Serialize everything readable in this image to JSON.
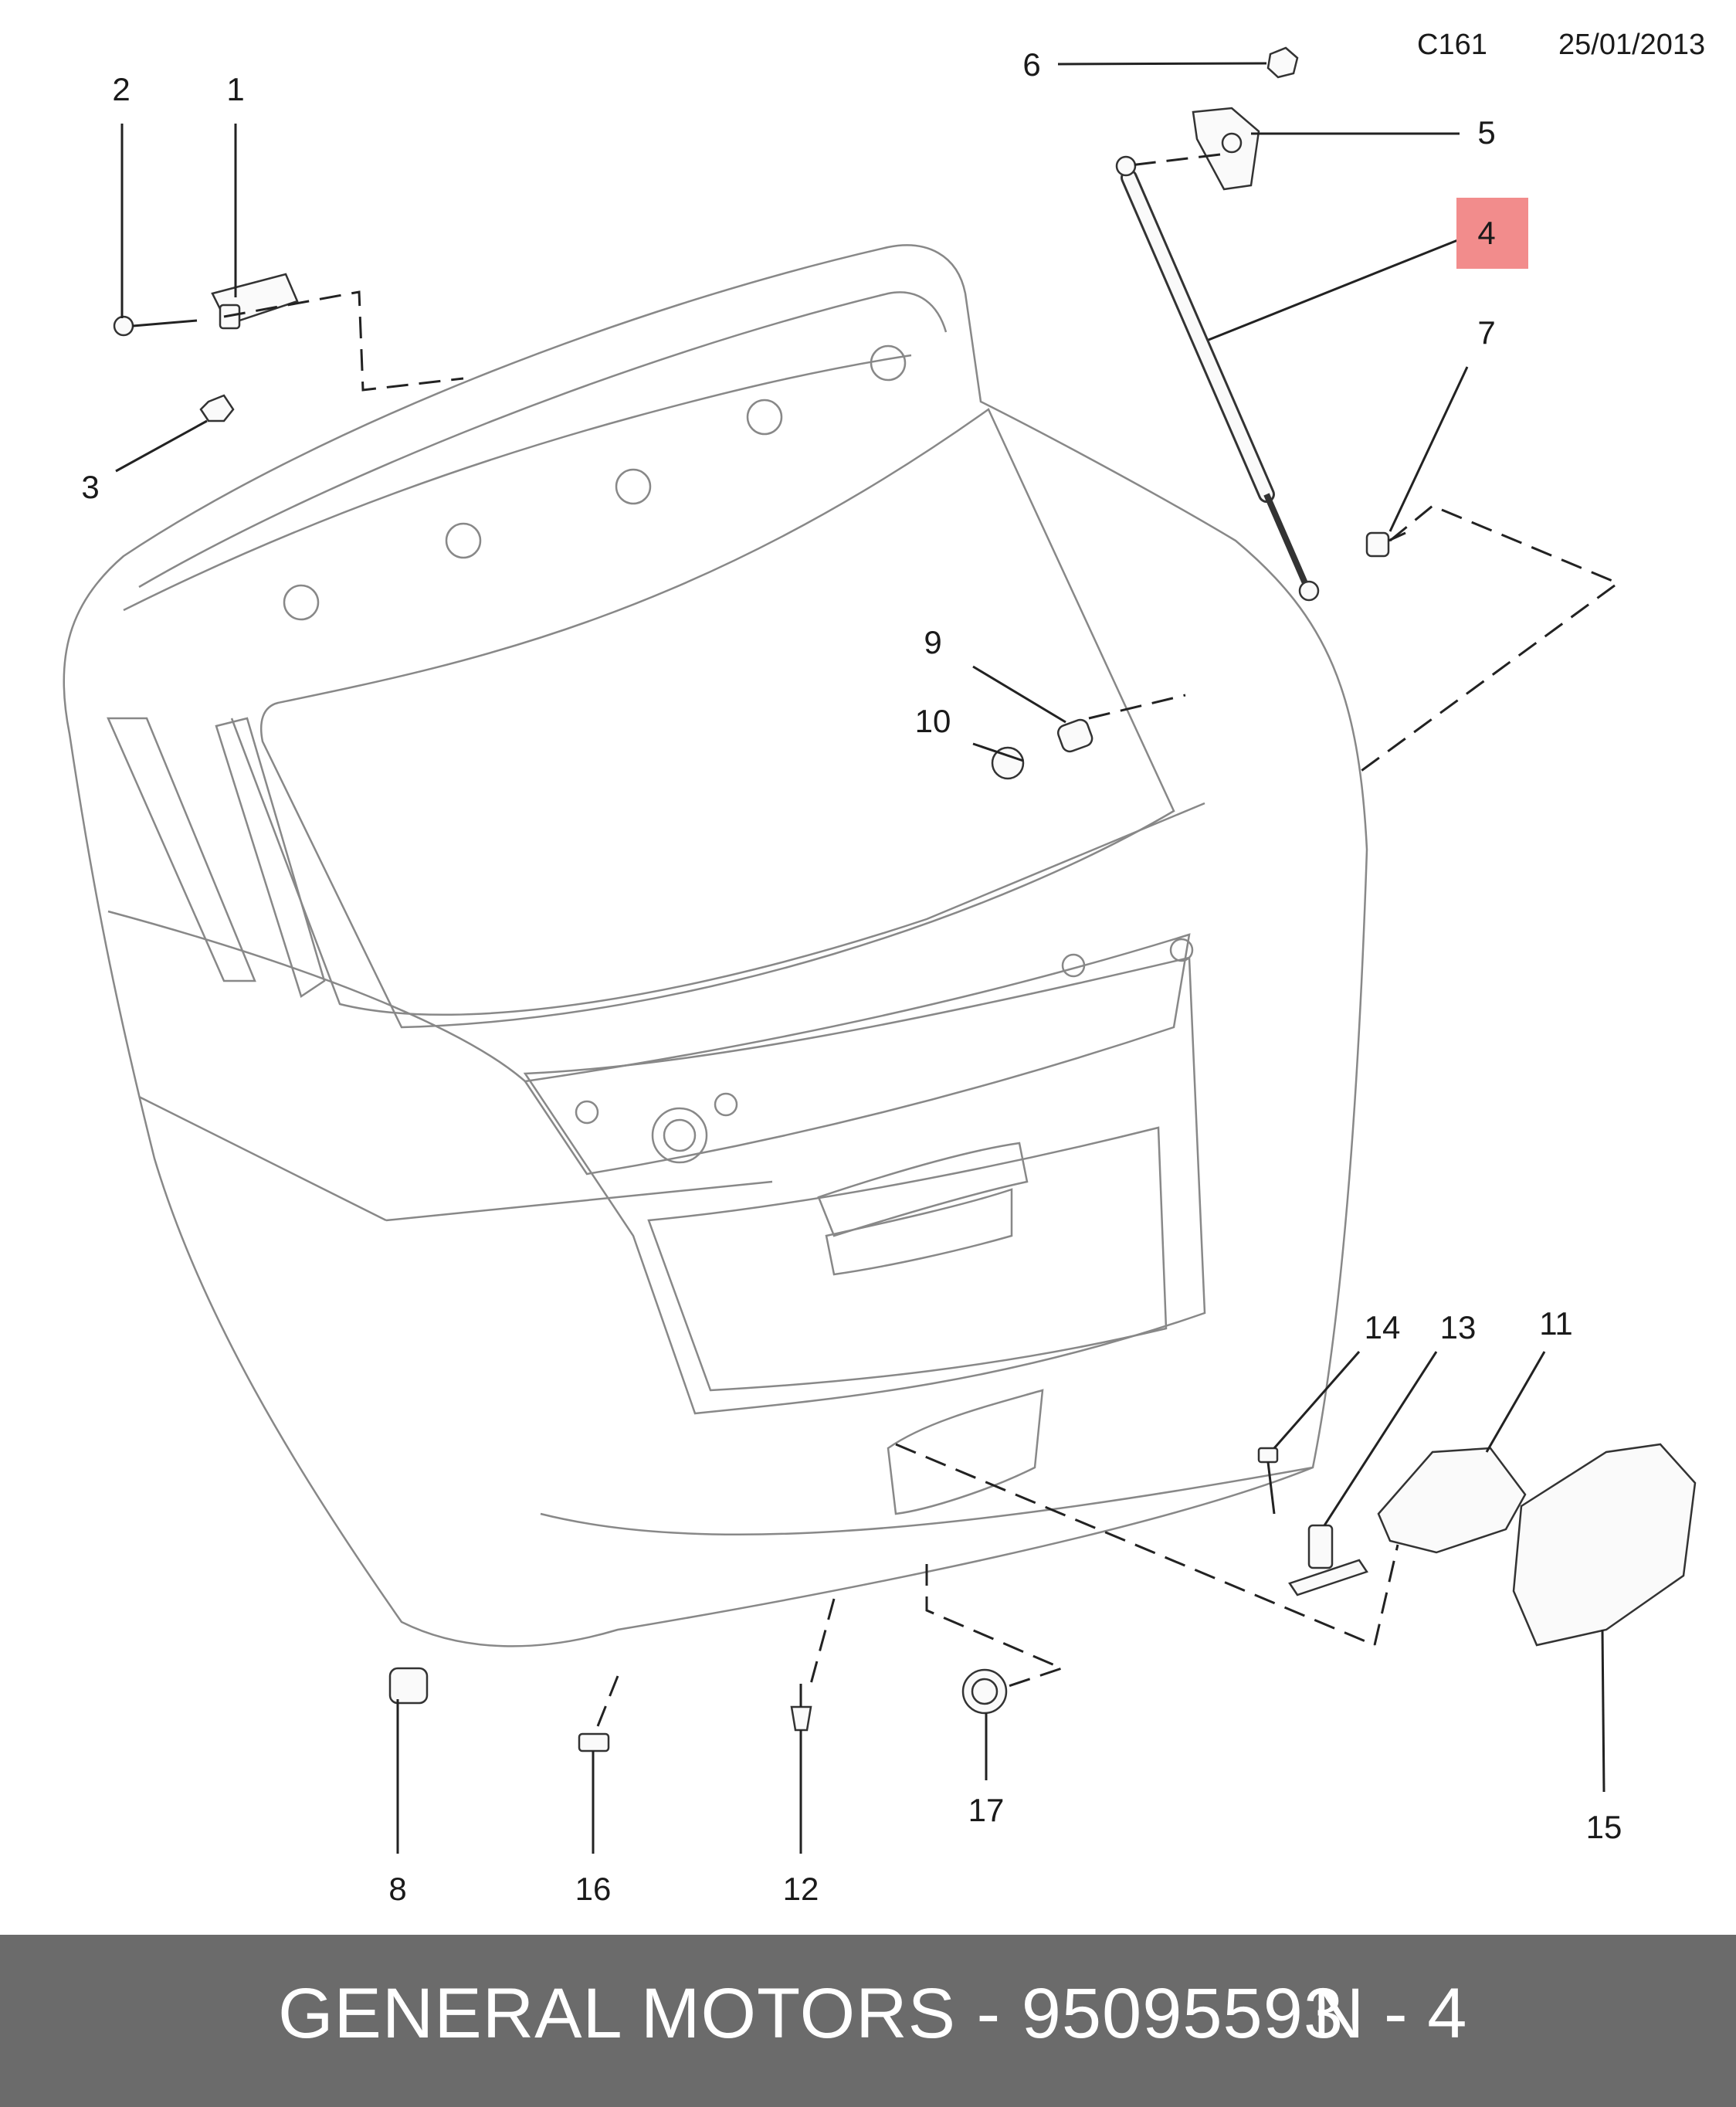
{
  "header": {
    "code": "C161",
    "date": "25/01/2013"
  },
  "callouts": [
    {
      "id": "1",
      "text": "1"
    },
    {
      "id": "2",
      "text": "2"
    },
    {
      "id": "3",
      "text": "3"
    },
    {
      "id": "4",
      "text": "4",
      "highlighted": true
    },
    {
      "id": "5",
      "text": "5"
    },
    {
      "id": "6",
      "text": "6"
    },
    {
      "id": "7",
      "text": "7"
    },
    {
      "id": "8",
      "text": "8"
    },
    {
      "id": "9",
      "text": "9"
    },
    {
      "id": "10",
      "text": "10"
    },
    {
      "id": "11",
      "text": "11"
    },
    {
      "id": "12",
      "text": "12"
    },
    {
      "id": "13",
      "text": "13"
    },
    {
      "id": "14",
      "text": "14"
    },
    {
      "id": "15",
      "text": "15"
    },
    {
      "id": "16",
      "text": "16"
    },
    {
      "id": "17",
      "text": "17"
    }
  ],
  "highlight_color": "#f28c8c",
  "footer": {
    "brand_part": "GENERAL MOTORS - 95095593",
    "position": "N - 4"
  }
}
